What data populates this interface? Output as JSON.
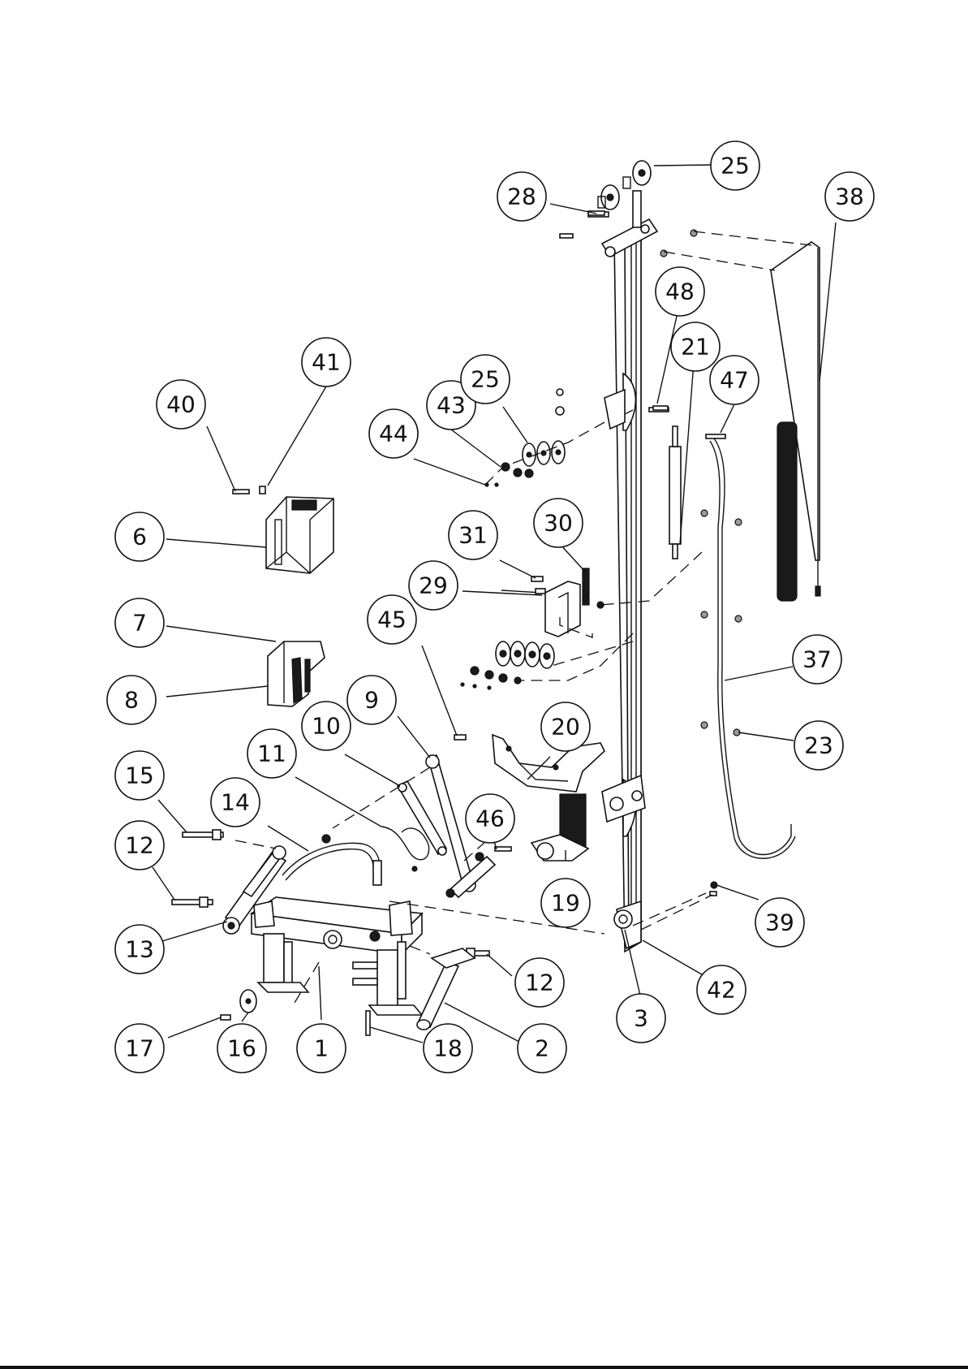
{
  "callouts": [
    "25",
    "28",
    "38",
    "48",
    "21",
    "47",
    "41",
    "40",
    "43",
    "25",
    "44",
    "6",
    "30",
    "31",
    "29",
    "45",
    "7",
    "8",
    "9",
    "10",
    "20",
    "11",
    "15",
    "14",
    "46",
    "12",
    "37",
    "23",
    "19",
    "13",
    "12",
    "39",
    "42",
    "3",
    "17",
    "16",
    "1",
    "18",
    "2"
  ],
  "colors": {
    "line": "#111111",
    "background": "#ffffff"
  }
}
